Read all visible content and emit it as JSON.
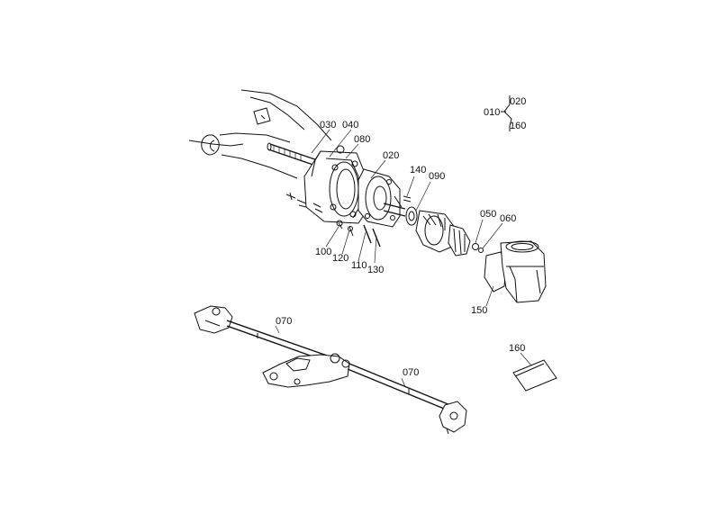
{
  "callouts": {
    "c010": "010",
    "c020": "020",
    "c160_top": "160",
    "c030": "030",
    "c040": "040",
    "c080": "080",
    "c020b": "020",
    "c140": "140",
    "c090": "090",
    "c050": "050",
    "c060": "060",
    "c100": "100",
    "c120": "120",
    "c110": "110",
    "c130": "130",
    "c150": "150",
    "c070a": "070",
    "c070b": "070",
    "c160": "160"
  },
  "colors": {
    "ink": "#111111",
    "paper": "#ffffff"
  }
}
